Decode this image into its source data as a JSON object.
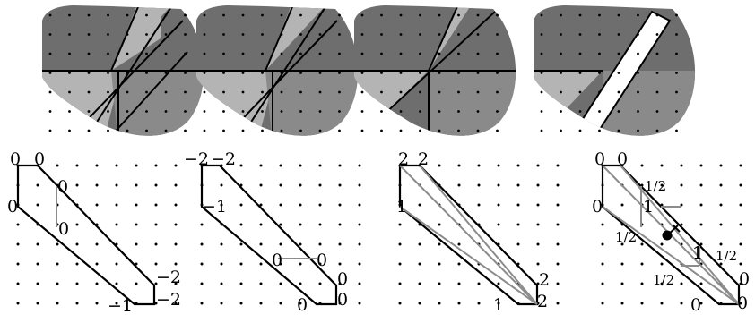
{
  "colors": {
    "region_dark": "#6e6e6e",
    "region_mid": "#8a8a8a",
    "region_light": "#b4b4b4",
    "line": "#000000",
    "gray_line": "#8c8c8c",
    "dot": "#000000",
    "strip": "#ffffff"
  },
  "panels": [
    {
      "labels": [
        "0",
        "0",
        "0",
        "0",
        "0",
        "−2",
        "−1",
        "−2"
      ]
    },
    {
      "labels": [
        "−2",
        "−2",
        "−1",
        "0",
        "0",
        "0",
        "0",
        "0"
      ]
    },
    {
      "labels": [
        "2",
        "2",
        "1",
        "1",
        "2",
        "2"
      ]
    },
    {
      "labels": [
        "0",
        "0",
        "0",
        "1",
        "1",
        "0",
        "0",
        "0"
      ],
      "fractions": [
        "1/2",
        "1/2",
        "1/2",
        "1/2"
      ]
    }
  ]
}
